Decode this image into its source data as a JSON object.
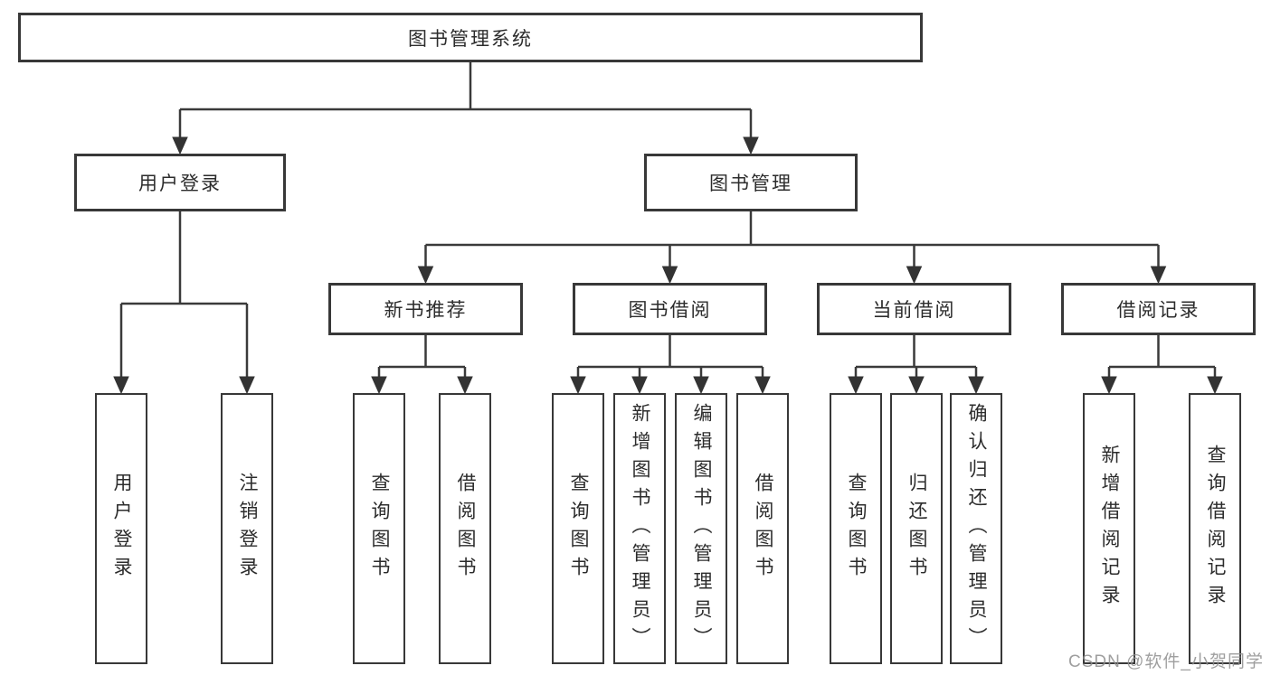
{
  "diagram": {
    "root": {
      "label": "图书管理系统"
    },
    "level2": [
      {
        "label": "用户登录"
      },
      {
        "label": "图书管理"
      }
    ],
    "level3": [
      {
        "label": "新书推荐"
      },
      {
        "label": "图书借阅"
      },
      {
        "label": "当前借阅"
      },
      {
        "label": "借阅记录"
      }
    ],
    "leaves": [
      {
        "label": "用户登录"
      },
      {
        "label": "注销登录"
      },
      {
        "label": "查询图书"
      },
      {
        "label": "借阅图书"
      },
      {
        "label": "查询图书"
      },
      {
        "label": "新增图书（管理员）"
      },
      {
        "label": "编辑图书（管理员）"
      },
      {
        "label": "借阅图书"
      },
      {
        "label": "查询图书"
      },
      {
        "label": "归还图书"
      },
      {
        "label": "确认归还（管理员）"
      },
      {
        "label": "新增借阅记录"
      },
      {
        "label": "查询借阅记录"
      }
    ],
    "watermark": "CSDN @软件_小贺同学"
  }
}
